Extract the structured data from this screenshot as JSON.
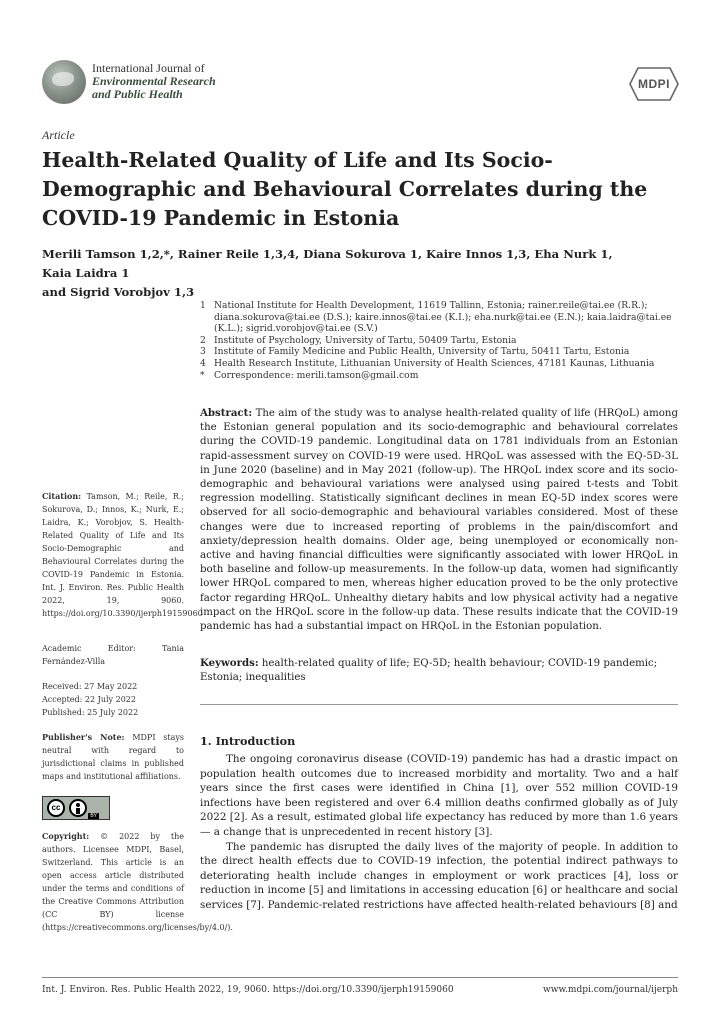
{
  "header": {
    "journal_line1": "International Journal of",
    "journal_line2": "Environmental Research",
    "journal_line3": "and Public Health",
    "publisher": "MDPI"
  },
  "article_type": "Article",
  "title": "Health-Related Quality of Life and Its Socio-Demographic and Behavioural Correlates during the COVID-19 Pandemic in Estonia",
  "authors_line1": "Merili Tamson 1,2,*, Rainer Reile 1,3,4, Diana Sokurova 1, Kaire Innos 1,3, Eha Nurk 1, Kaia Laidra 1",
  "authors_line2": "and Sigrid Vorobjov 1,3",
  "affiliations": [
    {
      "mark": "1",
      "text": "National Institute for Health Development, 11619 Tallinn, Estonia; rainer.reile@tai.ee (R.R.); diana.sokurova@tai.ee (D.S.); kaire.innos@tai.ee (K.I.); eha.nurk@tai.ee (E.N.); kaia.laidra@tai.ee (K.L.); sigrid.vorobjov@tai.ee (S.V.)"
    },
    {
      "mark": "2",
      "text": "Institute of Psychology, University of Tartu, 50409 Tartu, Estonia"
    },
    {
      "mark": "3",
      "text": "Institute of Family Medicine and Public Health, University of Tartu, 50411 Tartu, Estonia"
    },
    {
      "mark": "4",
      "text": "Health Research Institute, Lithuanian University of Health Sciences, 47181 Kaunas, Lithuania"
    },
    {
      "mark": "*",
      "text": "Correspondence: merili.tamson@gmail.com"
    }
  ],
  "abstract": {
    "label": "Abstract:",
    "text": "The aim of the study was to analyse health-related quality of life (HRQoL) among the Estonian general population and its socio-demographic and behavioural correlates during the COVID-19 pandemic. Longitudinal data on 1781 individuals from an Estonian rapid-assessment survey on COVID-19 were used. HRQoL was assessed with the EQ-5D-3L in June 2020 (baseline) and in May 2021 (follow-up). The HRQoL index score and its socio-demographic and behavioural variations were analysed using paired t-tests and Tobit regression modelling. Statistically significant declines in mean EQ-5D index scores were observed for all socio-demographic and behavioural variables considered. Most of these changes were due to increased reporting of problems in the pain/discomfort and anxiety/depression health domains. Older age, being unemployed or economically non-active and having financial difficulties were significantly associated with lower HRQoL in both baseline and follow-up measurements. In the follow-up data, women had significantly lower HRQoL compared to men, whereas higher education proved to be the only protective factor regarding HRQoL. Unhealthy dietary habits and low physical activity had a negative impact on the HRQoL score in the follow-up data. These results indicate that the COVID-19 pandemic has had a substantial impact on HRQoL in the Estonian population."
  },
  "keywords": {
    "label": "Keywords:",
    "text": "health-related quality of life; EQ-5D; health behaviour; COVID-19 pandemic; Estonia; inequalities"
  },
  "sidebar": {
    "citation_label": "Citation:",
    "citation_text": "Tamson, M.; Reile, R.; Sokurova, D.; Innos, K.; Nurk, E.; Laidra, K.; Vorobjov, S. Health-Related Quality of Life and Its Socio-Demographic and Behavioural Correlates during the COVID-19 Pandemic in Estonia. Int. J. Environ. Res. Public Health 2022, 19, 9060. https://doi.org/10.3390/ijerph19159060",
    "editor": "Academic Editor: Tania Fernández-Villa",
    "received": "Received: 27 May 2022",
    "accepted": "Accepted: 22 July 2022",
    "published": "Published: 25 July 2022",
    "publisher_note_label": "Publisher's Note:",
    "publisher_note_text": "MDPI stays neutral with regard to jurisdictional claims in published maps and institutional affiliations.",
    "cc_label": "cc",
    "by_label": "BY",
    "copyright_label": "Copyright:",
    "copyright_text": "© 2022 by the authors. Licensee MDPI, Basel, Switzerland. This article is an open access article distributed under the terms and conditions of the Creative Commons Attribution (CC BY) license (https://creativecommons.org/licenses/by/4.0/)."
  },
  "section1": {
    "heading": "1. Introduction",
    "para1": "The ongoing coronavirus disease (COVID-19) pandemic has had a drastic impact on population health outcomes due to increased morbidity and mortality. Two and a half years since the first cases were identified in China [1], over 552 million COVID-19 infections have been registered and over 6.4 million deaths confirmed globally as of July 2022 [2]. As a result, estimated global life expectancy has reduced by more than 1.6 years— a change that is unprecedented in recent history [3].",
    "para2": "The pandemic has disrupted the daily lives of the majority of people. In addition to the direct health effects due to COVID-19 infection, the potential indirect pathways to deteriorating health include changes in employment or work practices [4], loss or reduction in income [5] and limitations in accessing education [6] or healthcare and social services [7]. Pandemic-related restrictions have affected health-related behaviours [8] and"
  },
  "footer": {
    "citation": "Int. J. Environ. Res. Public Health 2022, 19, 9060. https://doi.org/10.3390/ijerph19159060",
    "website": "www.mdpi.com/journal/ijerph"
  }
}
